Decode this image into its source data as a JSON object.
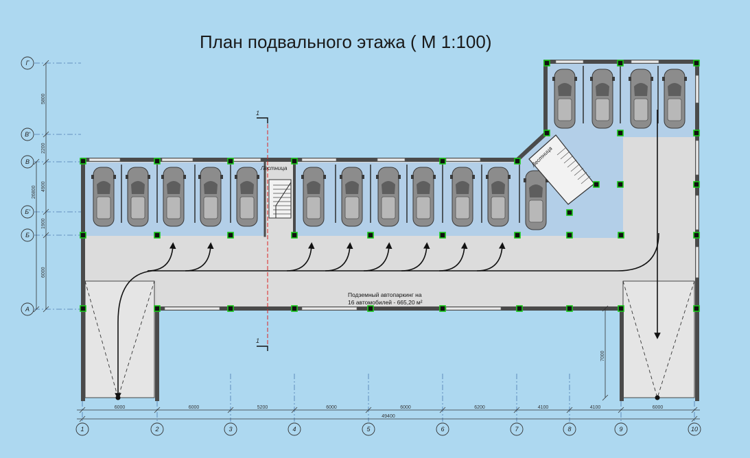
{
  "title": "План подвального этажа  ( М 1:100)",
  "scale": "М 1:100",
  "axes": {
    "vertical": [
      "1",
      "2",
      "3",
      "4",
      "5",
      "6",
      "7",
      "8",
      "9",
      "10"
    ],
    "horizontal": [
      "Г",
      "В'",
      "В",
      "Б'",
      "Б",
      "А"
    ]
  },
  "dims_bottom": [
    "6000",
    "6000",
    "5200",
    "6000",
    "6000",
    "6200",
    "4100",
    "4100",
    "6000"
  ],
  "dim_total": "49400",
  "dims_left": [
    "5800",
    "2200",
    "4900",
    "1900",
    "6000"
  ],
  "dim_left_group": "26800",
  "dim_ramp": "7000",
  "labels": {
    "stair_left": "Лестница",
    "stair_right": "Лестница",
    "section": "1",
    "parking_line1": "Подземный автопаркинг на",
    "parking_line2": "16 автомобилей - 665,20 м²"
  },
  "parking_spaces": 16,
  "colors": {
    "background": "#ADD8F0",
    "slab": "#DCDCDC",
    "parking_zone": "#B3CFE8",
    "wall": "#4A4A4A",
    "column_node": "#1AC81A",
    "section_line": "#DD2222",
    "car": "#8C8C8C"
  },
  "icons": [
    "car-icon",
    "stair-icon",
    "arrow-icon",
    "column-icon",
    "section-marker-icon"
  ]
}
